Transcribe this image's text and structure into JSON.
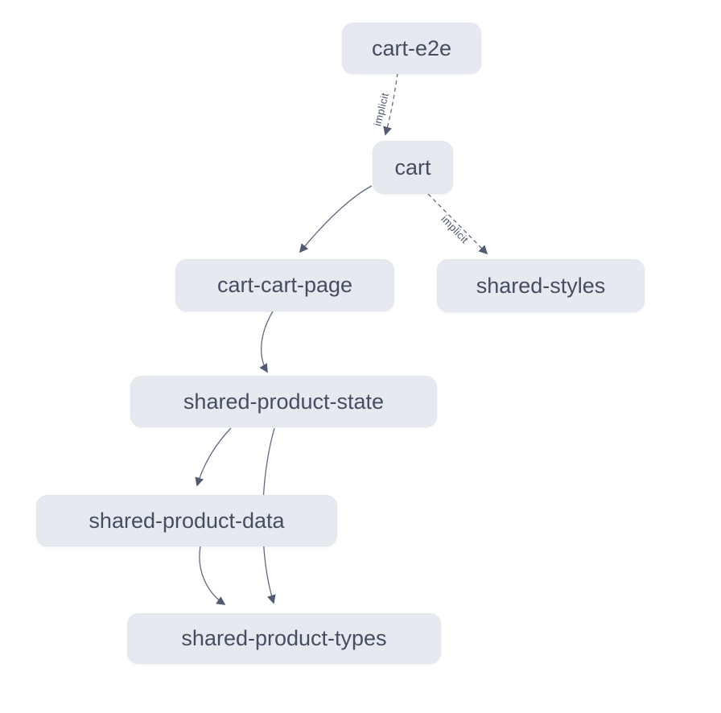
{
  "diagram": {
    "type": "dependency-graph",
    "colors": {
      "background": "#ffffff",
      "node_fill": "#e6e9ef",
      "node_text": "#454e61",
      "edge_stroke": "#5f6a80",
      "arrow_fill": "#515c73",
      "edge_label_text": "#4d586e"
    },
    "nodes": [
      {
        "id": "cart-e2e",
        "label": "cart-e2e"
      },
      {
        "id": "cart",
        "label": "cart"
      },
      {
        "id": "cart-cart-page",
        "label": "cart-cart-page"
      },
      {
        "id": "shared-styles",
        "label": "shared-styles"
      },
      {
        "id": "shared-product-state",
        "label": "shared-product-state"
      },
      {
        "id": "shared-product-data",
        "label": "shared-product-data"
      },
      {
        "id": "shared-product-types",
        "label": "shared-product-types"
      }
    ],
    "edges": [
      {
        "from": "cart-e2e",
        "to": "cart",
        "label": "implicit",
        "style": "dashed"
      },
      {
        "from": "cart",
        "to": "cart-cart-page",
        "label": "",
        "style": "solid"
      },
      {
        "from": "cart",
        "to": "shared-styles",
        "label": "implicit",
        "style": "dashed"
      },
      {
        "from": "cart-cart-page",
        "to": "shared-product-state",
        "label": "",
        "style": "solid"
      },
      {
        "from": "shared-product-state",
        "to": "shared-product-data",
        "label": "",
        "style": "solid"
      },
      {
        "from": "shared-product-state",
        "to": "shared-product-types",
        "label": "",
        "style": "solid"
      },
      {
        "from": "shared-product-data",
        "to": "shared-product-types",
        "label": "",
        "style": "solid"
      }
    ]
  }
}
